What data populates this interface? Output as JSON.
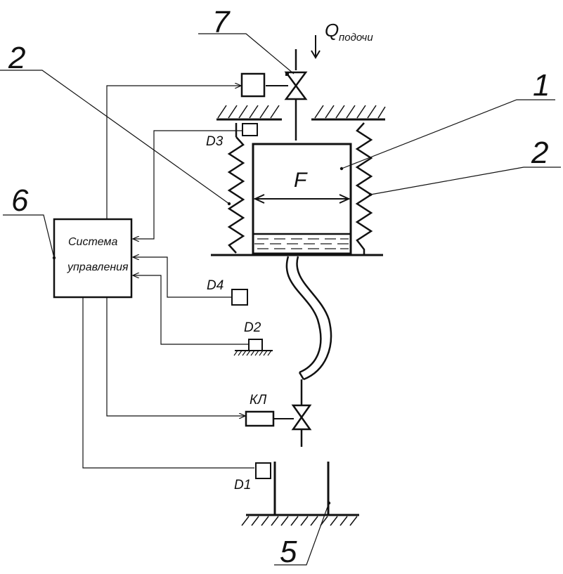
{
  "callouts": {
    "num_1": "1",
    "num_2_left": "2",
    "num_2_right": "2",
    "num_5": "5",
    "num_6": "6",
    "num_7": "7"
  },
  "sensors": {
    "d1": "D1",
    "d2": "D2",
    "d3": "D3",
    "d4": "D4"
  },
  "valve_label": "КЛ",
  "area_label": "F",
  "flow": {
    "symbol": "Q",
    "subscript": "подочи"
  },
  "control_system": {
    "line1": "Система",
    "line2": "управления"
  },
  "colors": {
    "line": "#111111",
    "background": "#ffffff"
  }
}
